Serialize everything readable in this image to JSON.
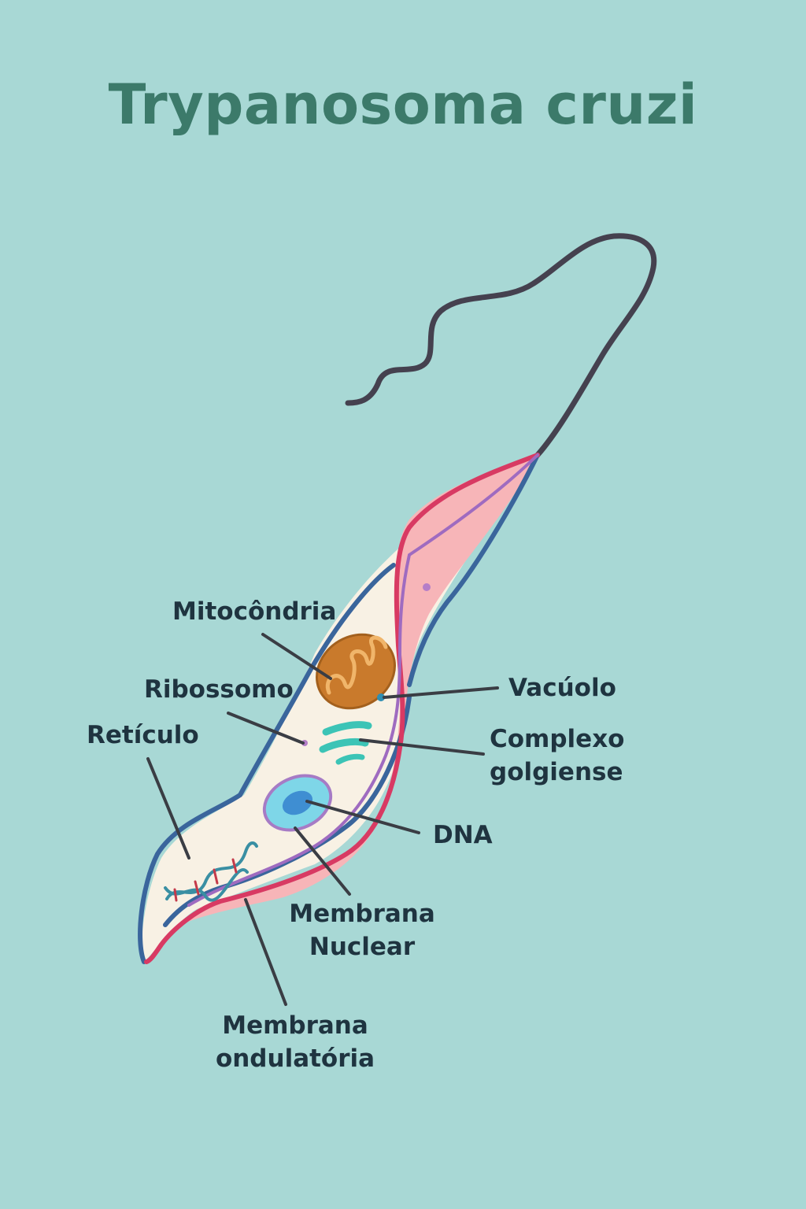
{
  "title": "Trypanosoma cruzi",
  "labels": {
    "mitocondria": "Mitocôndria",
    "ribossomo": "Ribossomo",
    "reticulo": "Retículo",
    "vacuolo": "Vacúolo",
    "complexo_line1": "Complexo",
    "complexo_line2": "golgiense",
    "dna": "DNA",
    "membrana_nuclear_line1": "Membrana",
    "membrana_nuclear_line2": "Nuclear",
    "membrana_ondulatoria_line1": "Membrana",
    "membrana_ondulatoria_line2": "ondulatória"
  },
  "colors": {
    "background": "#a8d8d5",
    "title": "#3c7a6a",
    "label_text": "#1f3440",
    "leader_line": "#3a3d44",
    "flagellum": "#45414f",
    "cell_outline_blue": "#3a659c",
    "membrane_red": "#d83a63",
    "membrane_fill": "#f7b5b8",
    "cytoplasm": "#f8f1e4",
    "mitochondria": "#c97a2c",
    "golgi": "#3cc4b6",
    "nucleus": "#7ed6e8",
    "nuclear_membrane": "#a67bc5",
    "dna_core": "#3f8ed2",
    "dna_strand": "#3a8fa3",
    "dna_rungs": "#c43a4a"
  }
}
